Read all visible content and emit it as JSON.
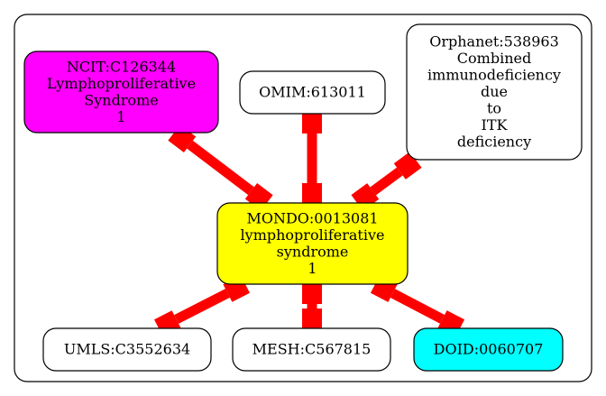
{
  "colors": {
    "background": "#ffffff",
    "edge": "#ff0000",
    "stroke": "#000000",
    "magenta": "#ff00ff",
    "yellow": "#ffff00",
    "cyan": "#00ffff",
    "white": "#ffffff"
  },
  "nodes": {
    "ncit": {
      "fill": "magenta",
      "lines": [
        "NCIT:C126344",
        "Lymphoproliferative",
        "Syndrome",
        "1"
      ]
    },
    "omim": {
      "fill": "white",
      "lines": [
        "OMIM:613011"
      ]
    },
    "orphanet": {
      "fill": "white",
      "lines": [
        "Orphanet:538963",
        "Combined",
        "immunodeficiency",
        "due",
        "to",
        "ITK",
        "deficiency"
      ]
    },
    "mondo": {
      "fill": "yellow",
      "lines": [
        "MONDO:0013081",
        "lymphoproliferative",
        "syndrome",
        "1"
      ]
    },
    "umls": {
      "fill": "white",
      "lines": [
        "UMLS:C3552634"
      ]
    },
    "mesh": {
      "fill": "white",
      "lines": [
        "MESH:C567815"
      ]
    },
    "doid": {
      "fill": "cyan",
      "lines": [
        "DOID:0060707"
      ]
    }
  },
  "edges": [
    {
      "from": "ncit",
      "to": "mondo"
    },
    {
      "from": "omim",
      "to": "mondo"
    },
    {
      "from": "orphanet",
      "to": "mondo"
    },
    {
      "from": "mondo",
      "to": "umls"
    },
    {
      "from": "mondo",
      "to": "mesh"
    },
    {
      "from": "mondo",
      "to": "doid"
    }
  ]
}
